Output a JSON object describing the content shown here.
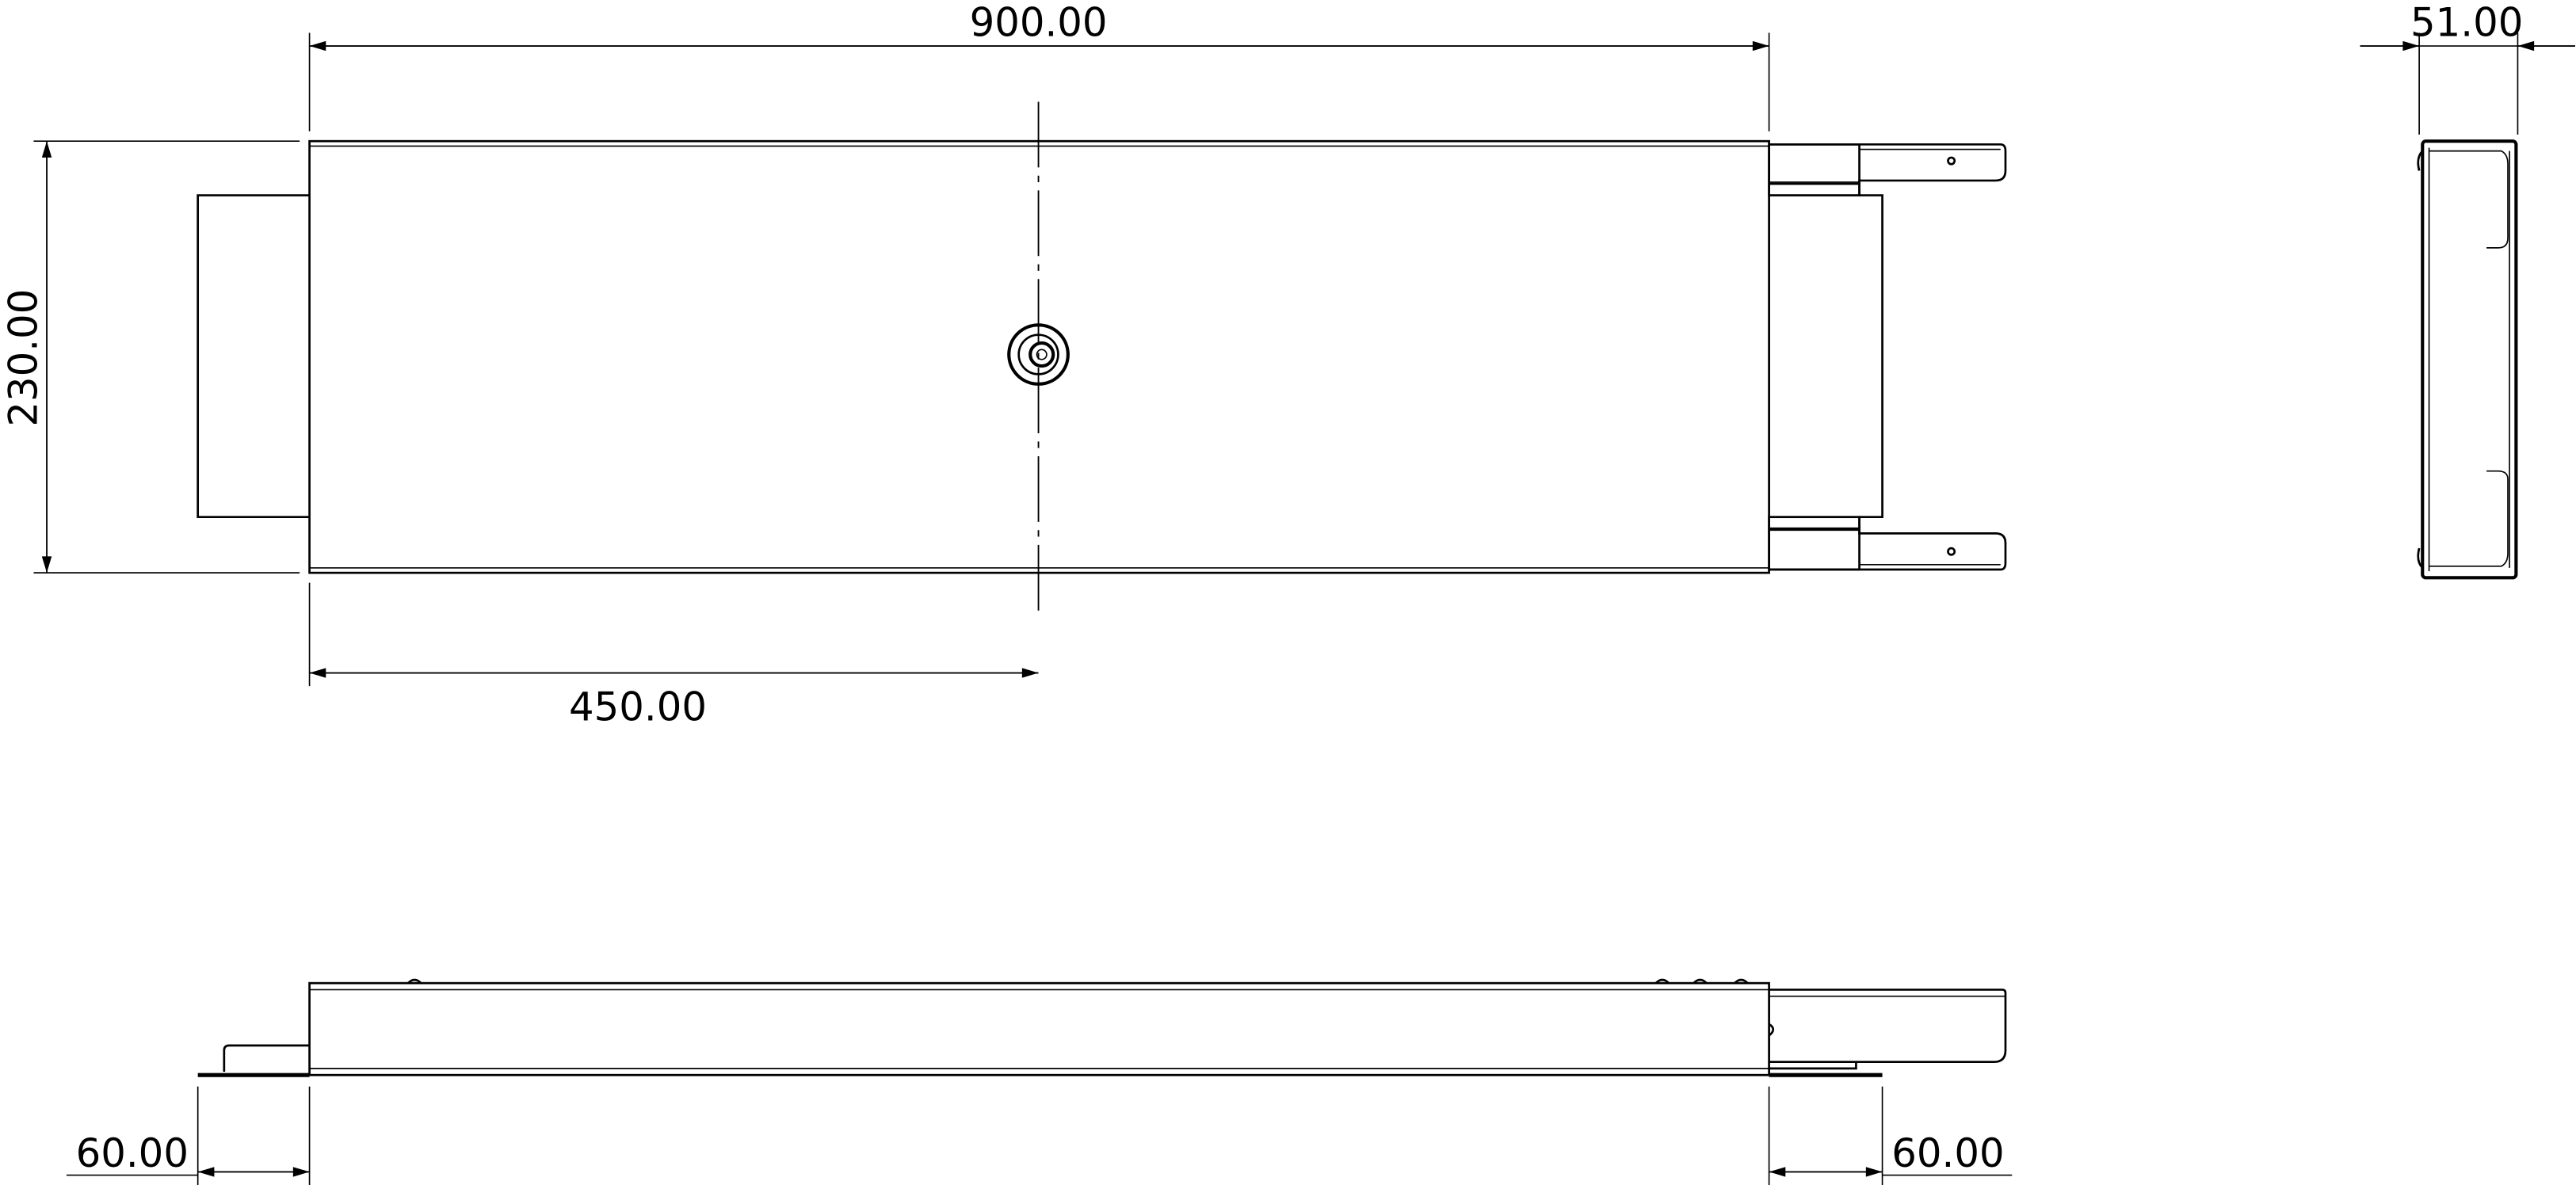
{
  "drawing": {
    "dimensions": {
      "overall_length": "900.00",
      "overall_width": "230.00",
      "center_offset": "450.00",
      "depth": "51.00",
      "left_extension": "60.00",
      "right_extension": "60.00"
    },
    "colors": {
      "line": "#000000",
      "background": "#ffffff"
    }
  }
}
